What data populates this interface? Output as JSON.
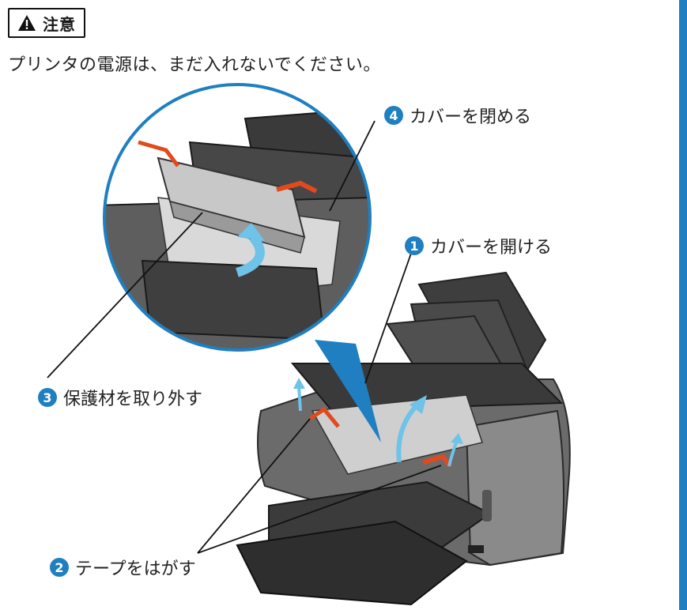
{
  "caution": {
    "label": "注意",
    "icon": "warning-icon"
  },
  "note": "プリンタの電源は、まだ入れないでください。",
  "callouts": [
    {
      "num": "4",
      "text": "カバーを閉める"
    },
    {
      "num": "1",
      "text": "カバーを開ける"
    },
    {
      "num": "3",
      "text": "保護材を取り外す"
    },
    {
      "num": "2",
      "text": "テープをはがす"
    }
  ],
  "colors": {
    "accent": "#1f7fc1",
    "tape": "#e04a1e",
    "printer": "#5a5a5a"
  }
}
